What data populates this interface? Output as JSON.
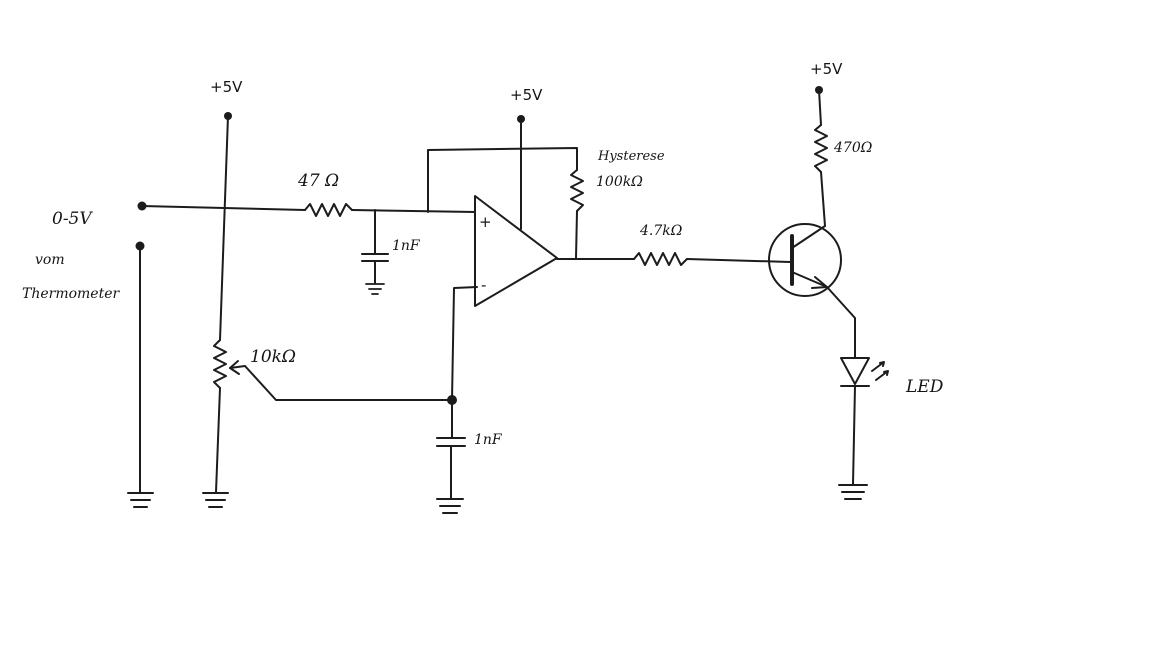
{
  "labels": {
    "vcc_pot": "+5V",
    "vcc_opamp": "+5V",
    "vcc_transistor": "+5V",
    "input_range": "0-5V",
    "source_line1": "vom",
    "source_line2": "Thermometer",
    "r_input": "47 Ω",
    "c_input": "1nF",
    "r_hysteresis_name": "Hysterese",
    "r_hysteresis_value": "100kΩ",
    "r_base": "4.7kΩ",
    "r_collector": "470Ω",
    "pot_value": "10kΩ",
    "c_ref": "1nF",
    "led": "LED",
    "opamp_plus": "+",
    "opamp_minus": "-"
  },
  "colors": {
    "ink": "#1c1c1c",
    "paper": "#ffffff"
  }
}
